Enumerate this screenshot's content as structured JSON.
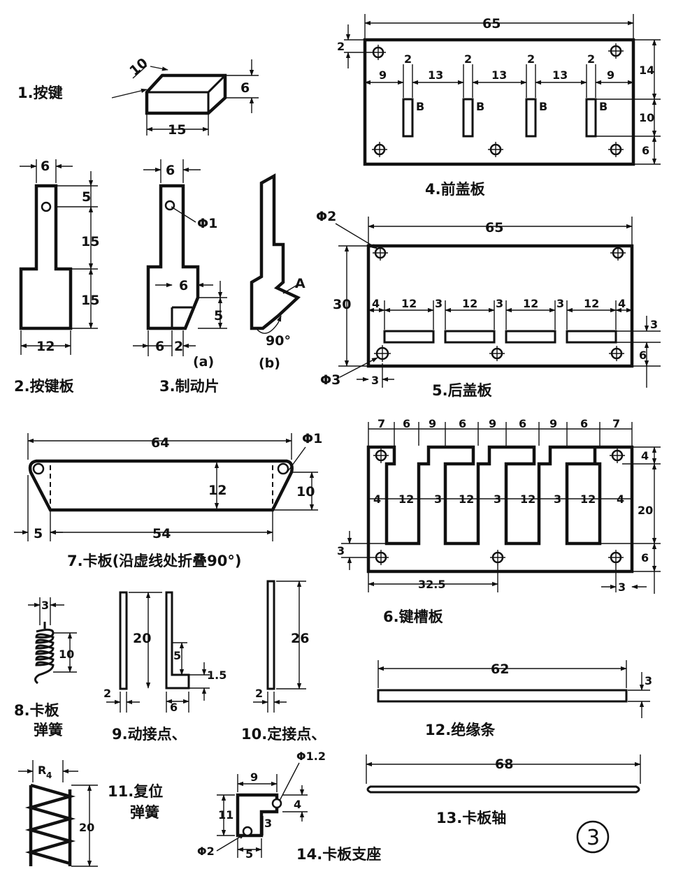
{
  "captions": {
    "c1": "1.按键",
    "c2": "2.按键板",
    "c3": "3.制动片",
    "c4": "4.前盖板",
    "c5": "5.后盖板",
    "c6": "6.键槽板",
    "c7": "7.卡板(沿虚线处折叠90°)",
    "c8a": "8.卡板",
    "c8b": "弹簧",
    "c9": "9.动接点、",
    "c10": "10.定接点、",
    "c11a": "11.复位",
    "c11b": "弹簧",
    "c12": "12.绝缘条",
    "c13": "13.卡板轴",
    "c14": "14.卡板支座",
    "c3a": "(a)",
    "c3b": "(b)",
    "figure_number": "3"
  },
  "part1": {
    "d_depth": "10",
    "d_height": "6",
    "d_width": "15"
  },
  "part2": {
    "d_width_top": "6",
    "d_5": "5",
    "d_15a": "15",
    "d_15b": "15",
    "d_width_bottom": "12"
  },
  "part3": {
    "d_width_top": "6",
    "d_hole": "Φ1",
    "d_6": "6",
    "d_5": "5",
    "d_bottom_6": "6",
    "d_bottom_2": "2",
    "label_a": "A",
    "angle": "90°"
  },
  "part4": {
    "d_65": "65",
    "d_2": "2",
    "d_9a": "9",
    "d_13a": "13",
    "d_13b": "13",
    "d_13c": "13",
    "d_9b": "9",
    "d_slot_2a": "2",
    "d_slot_2b": "2",
    "d_slot_2c": "2",
    "d_slot_2d": "2",
    "label_b1": "B",
    "label_b2": "B",
    "label_b3": "B",
    "label_b4": "B",
    "d_14": "14",
    "d_10": "10",
    "d_6": "6"
  },
  "part5": {
    "d_phi2": "Φ2",
    "d_65": "65",
    "d_30": "30",
    "d_4a": "4",
    "d_12a": "12",
    "d_3a": "3",
    "d_12b": "12",
    "d_3b": "3",
    "d_12c": "12",
    "d_3c": "3",
    "d_12d": "12",
    "d_4b": "4",
    "d_3right": "3",
    "d_6": "6",
    "d_phi3": "Φ3",
    "d_3bottom": "3"
  },
  "part6": {
    "top_dims": [
      "7",
      "6",
      "9",
      "6",
      "9",
      "6",
      "9",
      "6",
      "7"
    ],
    "mid_dims": [
      "4",
      "12",
      "3",
      "12",
      "3",
      "12",
      "3",
      "12",
      "4"
    ],
    "d_4": "4",
    "d_20": "20",
    "d_6": "6",
    "d_3left": "3",
    "d_325": "32.5",
    "d_3right": "3"
  },
  "part7": {
    "d_64": "64",
    "d_phi1": "Φ1",
    "d_12": "12",
    "d_10": "10",
    "d_5": "5",
    "d_54": "54"
  },
  "part8": {
    "d_3": "3",
    "d_10": "10"
  },
  "part9": {
    "d_20": "20",
    "d_5": "5",
    "d_15": "1.5",
    "d_2": "2",
    "d_6": "6"
  },
  "part10": {
    "d_26": "26",
    "d_2": "2"
  },
  "part11": {
    "d_r": "R",
    "d_r_sub": "4",
    "d_20": "20"
  },
  "part12": {
    "d_62": "62",
    "d_3": "3"
  },
  "part13": {
    "d_68": "68"
  },
  "part14": {
    "d_phi12": "Φ1.2",
    "d_9": "9",
    "d_4": "4",
    "d_11": "11",
    "d_3": "3",
    "d_phi2": "Φ2",
    "d_5": "5"
  }
}
